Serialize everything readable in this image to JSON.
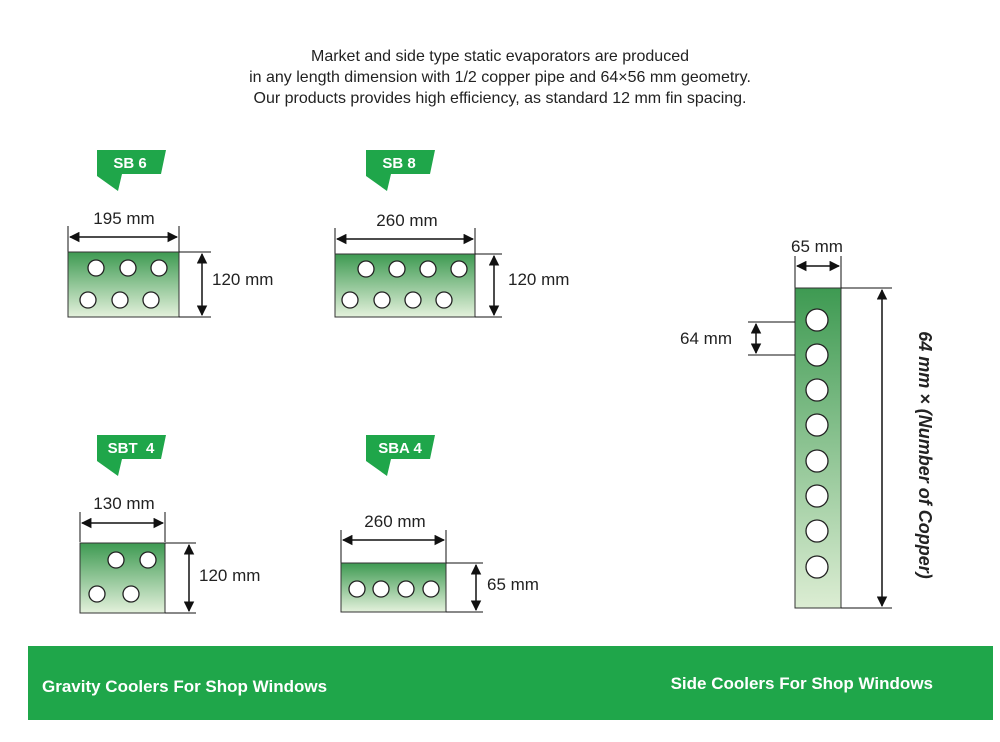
{
  "intro": {
    "lines": [
      "Market and side type static evaporators are produced",
      "in any length dimension with 1/2 copper pipe and 64×56 mm geometry.",
      "Our products provides high efficiency, as standard 12 mm fin spacing."
    ]
  },
  "models": [
    {
      "name": "SB 6",
      "width_label": "195 mm",
      "height_label": "120 mm"
    },
    {
      "name": "SB 8",
      "width_label": "260 mm",
      "height_label": "120 mm"
    },
    {
      "name": "SBT  4",
      "width_label": "130 mm",
      "height_label": "120 mm"
    },
    {
      "name": "SBA 4",
      "width_label": "260 mm",
      "height_label": "65 mm"
    }
  ],
  "side": {
    "width_label": "65 mm",
    "pitch_label": "64 mm",
    "height_label": "64 mm × (Number of Copper)"
  },
  "footer": {
    "left": "Gravity Coolers For Shop Windows",
    "right": "Side Coolers For Shop Windows"
  },
  "colors": {
    "brand_green": "#1fa64a",
    "fin_dark": "#3e9a52",
    "fin_light": "#e4f1dc"
  }
}
